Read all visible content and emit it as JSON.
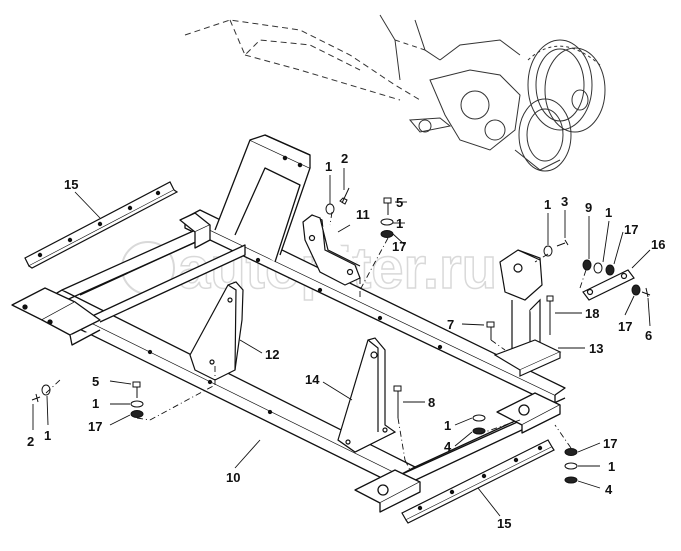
{
  "diagram": {
    "watermark": "autopiter.ru",
    "labels": {
      "l15a": "15",
      "l15b": "15",
      "l1a": "1",
      "l2a": "2",
      "l5a": "5",
      "l1b": "1",
      "l17a": "17",
      "l11": "11",
      "l1c": "1",
      "l3": "3",
      "l9": "9",
      "l1d": "1",
      "l17b": "17",
      "l16": "16",
      "l7": "7",
      "l18": "18",
      "l13": "13",
      "l17c": "17",
      "l6": "6",
      "l12": "12",
      "l14": "14",
      "l8": "8",
      "l10": "10",
      "l5b": "5",
      "l1e": "1",
      "l17d": "17",
      "l2b": "2",
      "l1f": "1",
      "l1g": "1",
      "l4a": "4",
      "l17e": "17",
      "l1h": "1",
      "l4b": "4"
    }
  }
}
